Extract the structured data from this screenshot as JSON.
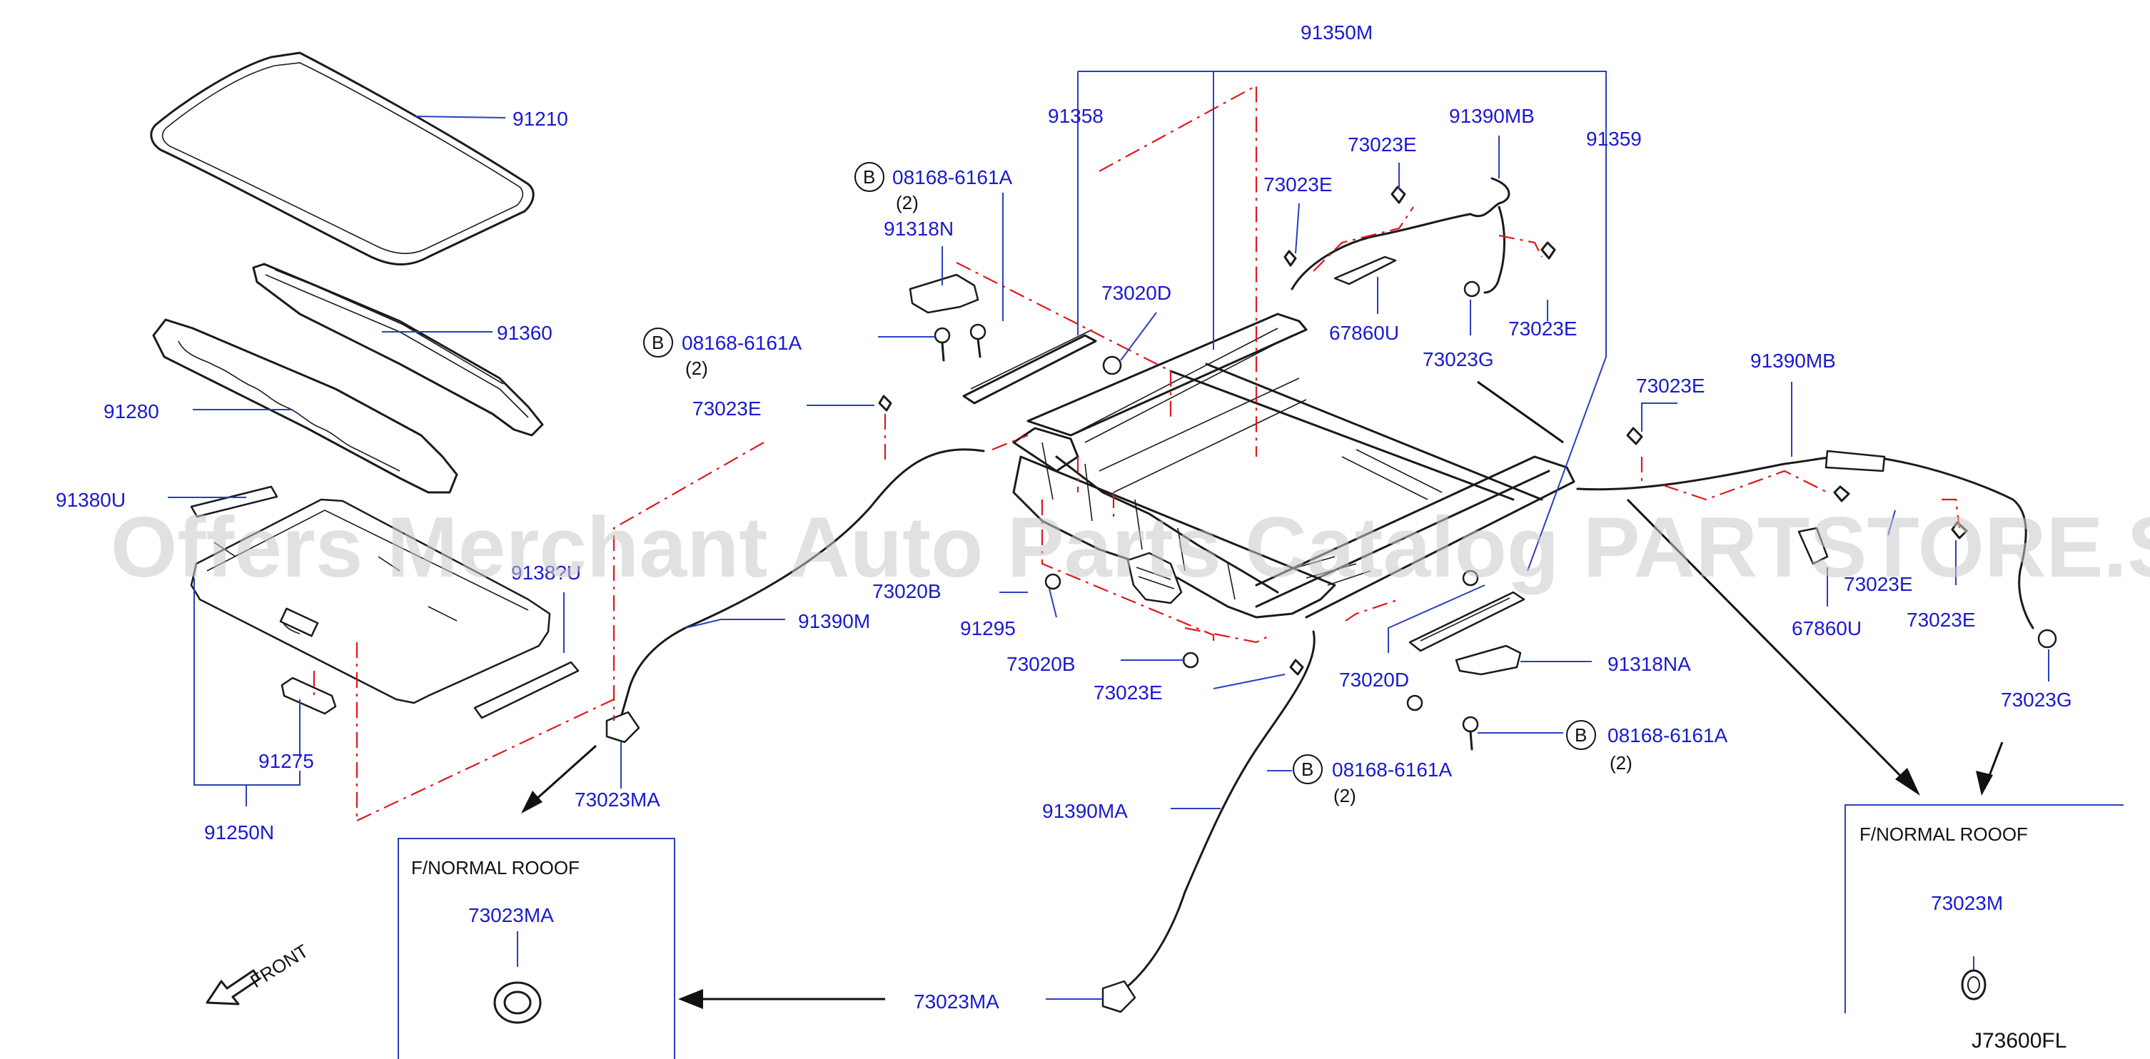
{
  "labels": {
    "p91350M": "91350M",
    "p91358": "91358",
    "p91359": "91359",
    "p91210": "91210",
    "p91360": "91360",
    "p91280": "91280",
    "p91380U": "91380U",
    "p9138xU": "9138?U",
    "p91275": "91275",
    "p91250N": "91250N",
    "b1_code": "08168-6161A",
    "b1_qty": "(2)",
    "p91318N": "91318N",
    "b2_code": "08168-6161A",
    "b2_qty": "(2)",
    "p73023E_a": "73023E",
    "p73020D_top": "73020D",
    "p73023E_b": "73023E",
    "p73023E_c": "73023E",
    "p91390MB_top": "91390MB",
    "p67860U_top": "67860U",
    "p73023G_top": "73023G",
    "p73023E_d": "73023E",
    "p73023E_e": "73023E",
    "p91390MB_right": "91390MB",
    "p73023E_f": "73023E",
    "p67860U_right": "67860U",
    "p73023E_g": "73023E",
    "p73023G_right": "73023G",
    "p73020B_a": "73020B",
    "p91295": "91295",
    "p73020B_b": "73020B",
    "p73023E_h": "73023E",
    "p73020D_bot": "73020D",
    "p91318NA": "91318NA",
    "b3_code": "08168-6161A",
    "b3_qty": "(2)",
    "b4_code": "08168-6161A",
    "b4_qty": "(2)",
    "p91390M": "91390M",
    "p91390MA": "91390MA",
    "p73023MA_a": "73023MA",
    "p73023MA_b": "73023MA",
    "p73023MA_box": "73023MA",
    "p73023M_box": "73023M",
    "box_left_title": "F/NORMAL   ROOOF",
    "box_right_title": "F/NORMAL   ROOOF",
    "front": "FRONT",
    "diagram_code": "J73600FL",
    "circle_b": "B"
  },
  "watermark": "Offers Merchant Auto Parts Catalog PARTSTORE.SA",
  "colors": {
    "label": "#1a1ad0",
    "leader": "#2a3fbf",
    "reference_line": "#e0181b",
    "part_outline": "#1a1a1a"
  }
}
